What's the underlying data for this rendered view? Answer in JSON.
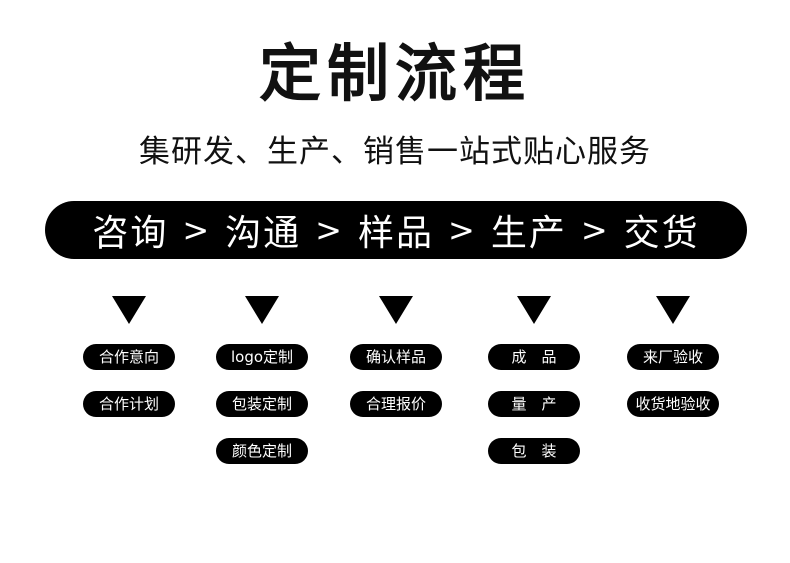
{
  "title": "定制流程",
  "subtitle": "集研发、生产、销售一站式贴心服务",
  "flow": {
    "steps": [
      "咨询",
      "沟通",
      "样品",
      "生产",
      "交货"
    ],
    "separator": ">"
  },
  "columns": [
    {
      "items": [
        "合作意向",
        "合作计划"
      ]
    },
    {
      "items": [
        "logo定制",
        "包装定制",
        "颜色定制"
      ]
    },
    {
      "items": [
        "确认样品",
        "合理报价"
      ]
    },
    {
      "items": [
        "成　品",
        "量　产",
        "包　装"
      ]
    },
    {
      "items": [
        "来厂验收",
        "收货地验收"
      ]
    }
  ]
}
